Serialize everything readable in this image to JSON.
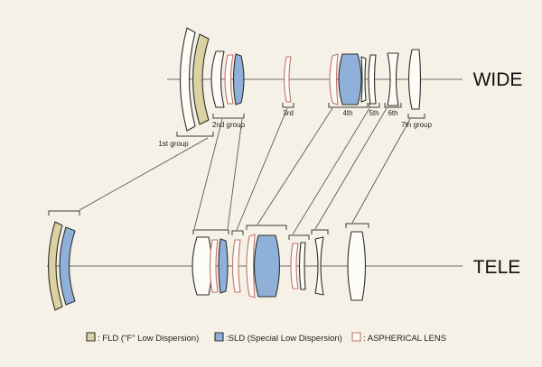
{
  "labels": {
    "wide": "WIDE",
    "tele": "TELE",
    "group1": "1st group",
    "group2": "2nd group",
    "group3": "3rd",
    "group4": "4th",
    "group5": "5th",
    "group6": "6th",
    "group7": "7th group"
  },
  "legend": {
    "fld": ": FLD (\"F\" Low Dispersion)",
    "sld": ":SLD (Special Low Dispersion)",
    "aspherical": ": ASPHERICAL LENS"
  },
  "colors": {
    "background": "#f5f1e6",
    "fld": "#dcd2a0",
    "sld": "#8fb0d8",
    "aspherical_outline": "#c0736a",
    "lens_fill": "#fdfcf6",
    "outline": "#2e2e2e"
  }
}
